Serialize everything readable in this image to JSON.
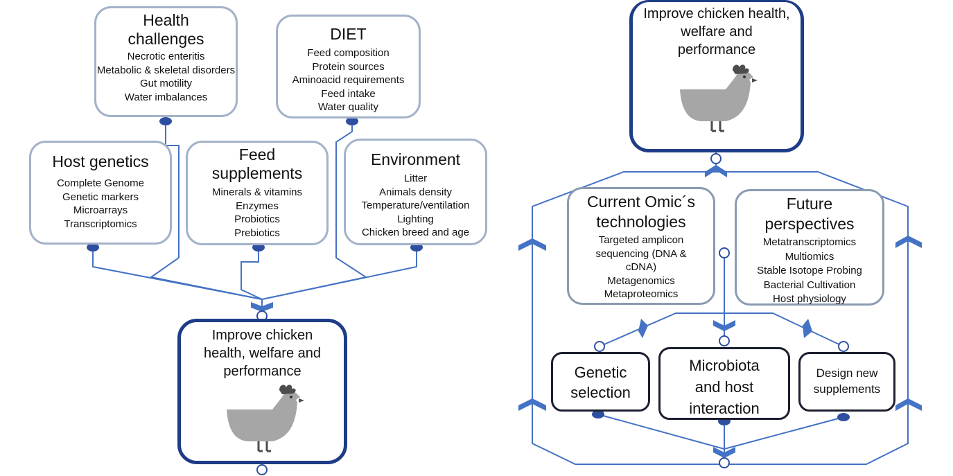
{
  "left": {
    "health": {
      "title": "Health challenges",
      "items": [
        "Necrotic enteritis",
        "Metabolic & skeletal disorders",
        "Gut motility",
        "Water imbalances"
      ]
    },
    "diet": {
      "title": "DIET",
      "items": [
        "Feed composition",
        "Protein sources",
        "Aminoacid requirements",
        "Feed intake",
        "Water quality"
      ]
    },
    "host_genetics": {
      "title": "Host genetics",
      "items": [
        "Complete Genome",
        "Genetic markers",
        "Microarrays",
        "Transcriptomics"
      ]
    },
    "feed_supplements": {
      "title": "Feed supplements",
      "items": [
        "Minerals & vitamins",
        "Enzymes",
        "Probiotics",
        "Prebiotics"
      ]
    },
    "environment": {
      "title": "Environment",
      "items": [
        "Litter",
        "Animals density",
        "Temperature/ventilation",
        "Lighting",
        "Chicken breed and age"
      ]
    },
    "goal": {
      "title": "Improve chicken health, welfare and performance"
    }
  },
  "right": {
    "goal": {
      "title": "Improve chicken health, welfare and performance"
    },
    "current_omics": {
      "title": "Current Omic´s technologies",
      "items": [
        "Targeted amplicon sequencing (DNA & cDNA)",
        "Metagenomics",
        "Metaproteomics"
      ]
    },
    "future": {
      "title": "Future perspectives",
      "items": [
        "Metatranscriptomics",
        "Multiomics",
        "Stable Isotope Probing",
        "Bacterial Cultivation",
        "Host physiology"
      ]
    },
    "genetic_selection": {
      "title": "Genetic selection"
    },
    "microbiota": {
      "title": "Microbiota and host interaction"
    },
    "supplements": {
      "title": "Design new supplements"
    }
  },
  "colors": {
    "connector": "#4472c4",
    "dot": "#2e4fa0",
    "goal_border": "#1e3c87",
    "box_border": "#a3b2c9",
    "outcome_border": "#1c1f2e",
    "chicken_body": "#a6a6a6",
    "chicken_comb": "#4d4d4d"
  }
}
